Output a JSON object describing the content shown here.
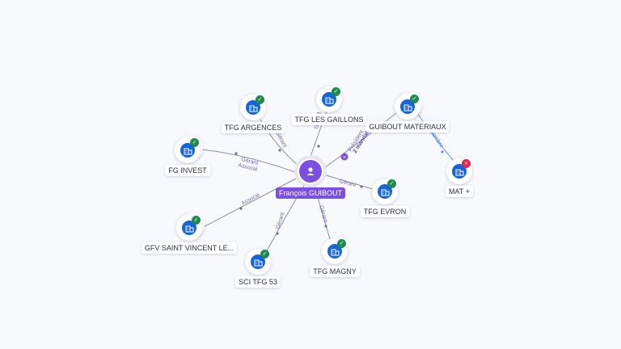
{
  "center": {
    "label": "François GUIBOUT",
    "icon": "person-icon"
  },
  "colors": {
    "accent": "#7b4fe0",
    "company": "#1565d8",
    "ok": "#1f8a4c",
    "ko": "#e0244a"
  },
  "nodes": [
    {
      "id": "tfg-argences",
      "label": "TFG ARGENCES",
      "status": "ok",
      "icon": "building-icon"
    },
    {
      "id": "tfg-les-gaillons",
      "label": "TFG LES GAILLONS",
      "status": "ok",
      "icon": "building-icon"
    },
    {
      "id": "guibout-materiaux",
      "label": "GUIBOUT MATERIAUX",
      "status": "ok",
      "icon": "building-icon"
    },
    {
      "id": "fg-invest",
      "label": "FG INVEST",
      "status": "ok",
      "icon": "building-icon"
    },
    {
      "id": "mat-plus",
      "label": "MAT +",
      "status": "ko",
      "icon": "building-icon"
    },
    {
      "id": "tfg-evron",
      "label": "TFG EVRON",
      "status": "ok",
      "icon": "building-icon"
    },
    {
      "id": "gfv-saint-vincent",
      "label": "GFV SAINT VINCENT LE...",
      "status": "ok",
      "icon": "building-icon"
    },
    {
      "id": "sci-tfg-53",
      "label": "SCI TFG 53",
      "status": "ok",
      "icon": "building-icon"
    },
    {
      "id": "tfg-magny",
      "label": "TFG MAGNY",
      "status": "ok",
      "icon": "building-icon"
    }
  ],
  "edges": [
    {
      "id": "e-argences",
      "roles": [
        "Gérant"
      ]
    },
    {
      "id": "e-gaillons",
      "roles": [
        "Gérant"
      ]
    },
    {
      "id": "e-materiaux",
      "roles": [
        "Président",
        "2 mandats"
      ]
    },
    {
      "id": "e-invest",
      "roles": [
        "Gérant",
        "Associé"
      ]
    },
    {
      "id": "e-mat",
      "roles": [
        "Membre"
      ]
    },
    {
      "id": "e-evron",
      "roles": [
        "Gérant"
      ]
    },
    {
      "id": "e-gfv",
      "roles": [
        "Associé"
      ]
    },
    {
      "id": "e-sci",
      "roles": [
        "Gérant"
      ]
    },
    {
      "id": "e-magny",
      "roles": [
        "Gérant"
      ]
    }
  ]
}
